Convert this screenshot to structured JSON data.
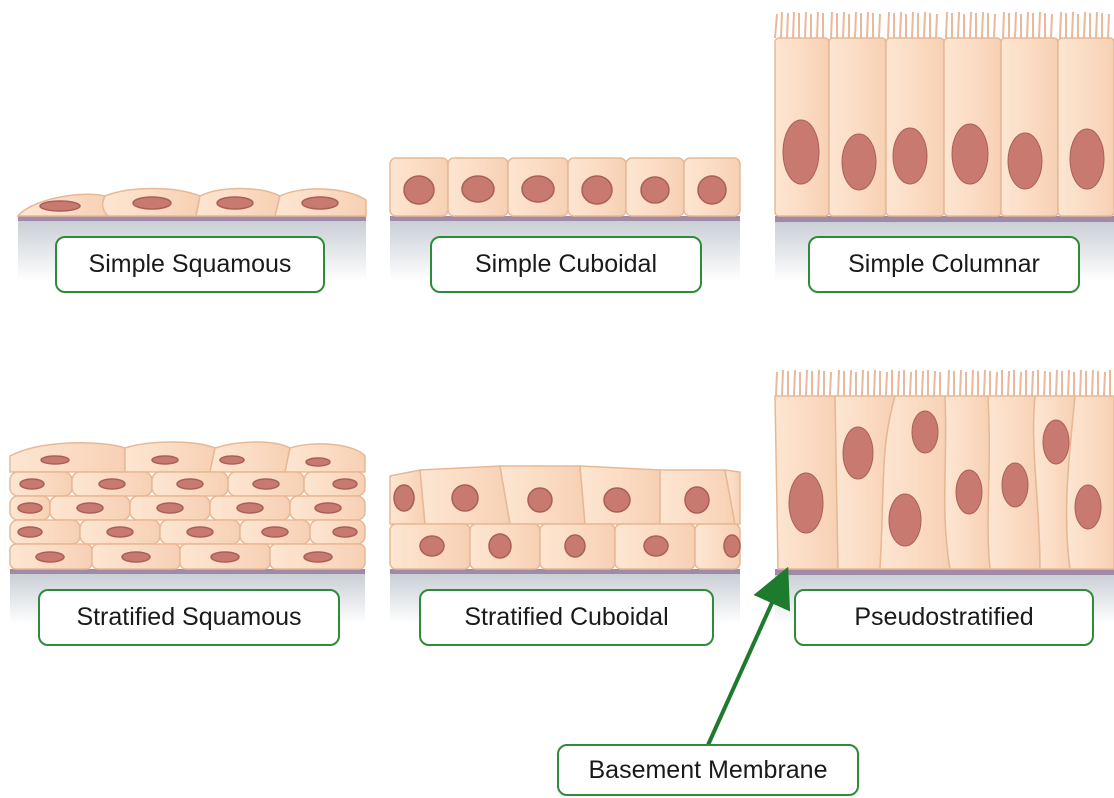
{
  "labels": {
    "simple_squamous": "Simple Squamous",
    "simple_cuboidal": "Simple Cuboidal",
    "simple_columnar": "Simple Columnar",
    "stratified_squamous": "Stratified Squamous",
    "stratified_cuboidal": "Stratified Cuboidal",
    "pseudostratified": "Pseudostratified",
    "basement_membrane": "Basement Membrane"
  },
  "colors": {
    "cell_fill": "#fbe0c8",
    "cell_outline": "#e8b894",
    "nucleus": "#c97a70",
    "nucleus_outline": "#a95f58",
    "basement_membrane": "#a08aa8",
    "connective_tissue": "#d9dde2",
    "label_border": "#2e8b3a",
    "arrow": "#1e7a2c"
  }
}
